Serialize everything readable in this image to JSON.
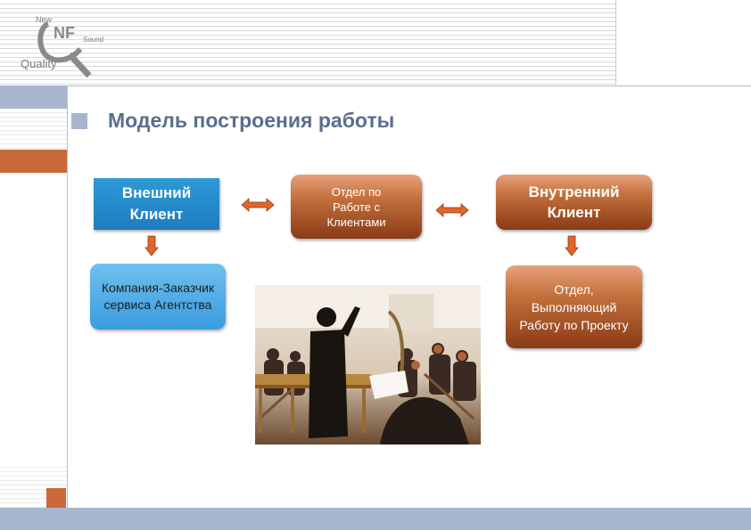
{
  "logo": {
    "new": "New",
    "sound": "Sound",
    "quality": "Quality",
    "letters": "NF",
    "letter_q": "Q"
  },
  "slide": {
    "title": "Модель построения работы"
  },
  "diagram": {
    "external_client": "Внешний Клиент",
    "client_department": "Отдел по Работе с Клиентами",
    "internal_client": "Внутренний Клиент",
    "customer_company": "Компания-Заказчик сервиса Агентства",
    "executing_department": "Отдел, Выполняющий Работу по Проекту"
  },
  "photo": {
    "icon": "orchestra-photo"
  },
  "colors": {
    "accent_blue": "#a7b6ce",
    "accent_orange": "#c9693a",
    "title": "#5a6e8e",
    "box_blue": "#1f7cc0",
    "box_brown": "#8a3a16"
  }
}
